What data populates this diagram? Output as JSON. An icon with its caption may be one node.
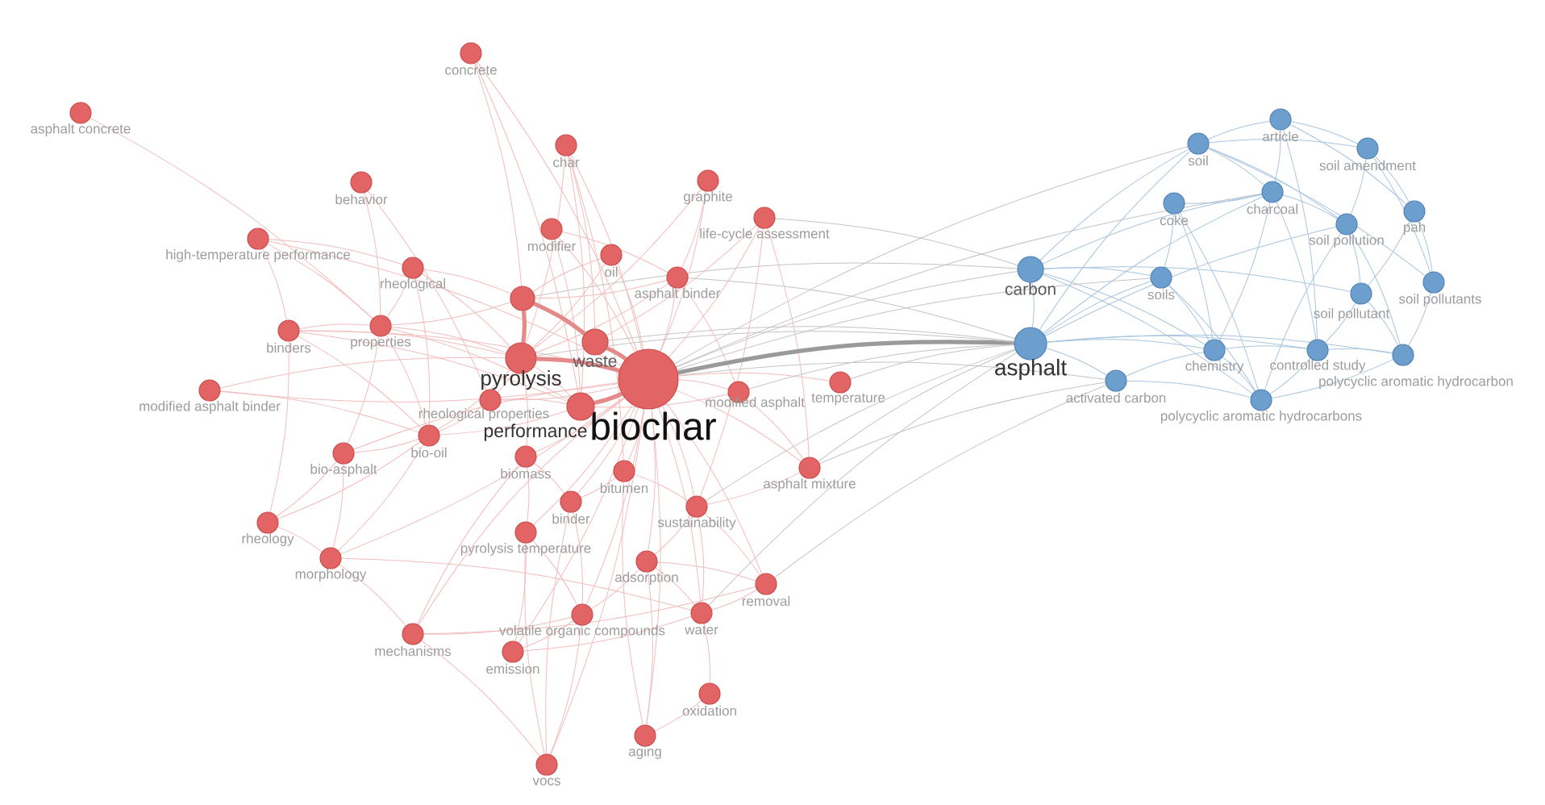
{
  "diagram": {
    "nodes": [
      {
        "text": [
          "concrete"
        ]
      },
      {
        "text": [
          "asphalt concrete"
        ]
      },
      {
        "text": [
          "char"
        ]
      },
      {
        "text": [
          "behavior"
        ]
      },
      {
        "text": [
          "graphite"
        ]
      },
      {
        "text": [
          "life-cycle assessment"
        ]
      },
      {
        "text": [
          "modifier"
        ]
      },
      {
        "text": [
          "high-temperature performance"
        ]
      },
      {
        "text": [
          "oil"
        ]
      },
      {
        "text": [
          "rheological"
        ]
      },
      {
        "text": [
          "asphalt binder"
        ]
      },
      {
        "text": [],
        "shape": "circle"
      },
      {
        "text": [
          "binders"
        ]
      },
      {
        "text": [
          "properties"
        ]
      },
      {
        "text": [
          "waste"
        ]
      },
      {
        "text": [
          "pyrolysis"
        ]
      },
      {
        "text": [
          "biochar"
        ]
      },
      {
        "text": [
          "temperature"
        ]
      },
      {
        "text": [
          "modified asphalt binder"
        ]
      },
      {
        "text": [
          "rheological properties"
        ]
      },
      {
        "text": [
          "modified asphalt"
        ]
      },
      {
        "text": [
          "performance"
        ]
      },
      {
        "text": [
          "bio-oil"
        ]
      },
      {
        "text": [
          "biomass"
        ]
      },
      {
        "text": [
          "bio-asphalt"
        ]
      },
      {
        "text": [
          "bitumen"
        ]
      },
      {
        "text": [
          "asphalt mixture"
        ]
      },
      {
        "text": [
          "binder"
        ]
      },
      {
        "text": [
          "sustainability"
        ]
      },
      {
        "text": [
          "rheology"
        ]
      },
      {
        "text": [
          "pyrolysis temperature"
        ]
      },
      {
        "text": [
          "morphology"
        ]
      },
      {
        "text": [
          "adsorption"
        ]
      },
      {
        "text": [
          "removal"
        ]
      },
      {
        "text": [
          "water"
        ]
      },
      {
        "text": [
          "volatile organic compounds"
        ]
      },
      {
        "text": [
          "mechanisms"
        ]
      },
      {
        "text": [
          "emission"
        ]
      },
      {
        "text": [
          "oxidation"
        ]
      },
      {
        "text": [
          "aging"
        ]
      },
      {
        "text": [
          "vocs"
        ]
      },
      {
        "text": [
          "article"
        ]
      },
      {
        "text": [
          "soil"
        ]
      },
      {
        "text": [
          "soil amendment"
        ]
      },
      {
        "text": [
          "charcoal"
        ]
      },
      {
        "text": [
          "coke"
        ]
      },
      {
        "text": [
          "pah"
        ]
      },
      {
        "text": [
          "soil pollution"
        ]
      },
      {
        "text": [
          "carbon"
        ]
      },
      {
        "text": [
          "soils"
        ]
      },
      {
        "text": [
          "soil pollutants"
        ]
      },
      {
        "text": [
          "soil pollutant"
        ]
      },
      {
        "text": [
          "asphalt"
        ]
      },
      {
        "text": [
          "chemistry"
        ]
      },
      {
        "text": [
          "controlled study"
        ]
      },
      {
        "text": [
          "polycyclic aromatic hydrocarbon"
        ]
      },
      {
        "text": [
          "activated carbon"
        ]
      },
      {
        "text": [
          "polycyclic aromatic hydrocarbons"
        ]
      }
    ],
    "edges": [
      {
        "from": 0,
        "to": 16,
        "arrow": "none"
      },
      {
        "from": 0,
        "to": 21,
        "arrow": "none"
      },
      {
        "from": 0,
        "to": 11,
        "arrow": "none"
      },
      {
        "from": 1,
        "to": 13,
        "arrow": "none"
      },
      {
        "from": 3,
        "to": 13,
        "arrow": "none"
      },
      {
        "from": 3,
        "to": 19,
        "arrow": "none"
      },
      {
        "from": 2,
        "to": 16,
        "arrow": "none"
      },
      {
        "from": 2,
        "to": 15,
        "arrow": "none"
      },
      {
        "from": 2,
        "to": 21,
        "arrow": "none"
      },
      {
        "from": 2,
        "to": 25,
        "arrow": "none"
      },
      {
        "from": 2,
        "to": 14,
        "arrow": "none"
      },
      {
        "from": 4,
        "to": 16,
        "arrow": "none"
      },
      {
        "from": 4,
        "to": 15,
        "arrow": "none"
      },
      {
        "from": 4,
        "to": 10,
        "arrow": "none"
      },
      {
        "from": 5,
        "to": 16,
        "arrow": "none"
      },
      {
        "from": 5,
        "to": 28,
        "arrow": "none"
      },
      {
        "from": 5,
        "to": 26,
        "arrow": "none"
      },
      {
        "from": 5,
        "to": 14,
        "arrow": "none"
      },
      {
        "from": 6,
        "to": 16,
        "arrow": "none"
      },
      {
        "from": 6,
        "to": 21,
        "arrow": "none"
      },
      {
        "from": 6,
        "to": 10,
        "arrow": "none"
      },
      {
        "from": 7,
        "to": 16,
        "arrow": "none"
      },
      {
        "from": 7,
        "to": 13,
        "arrow": "none"
      },
      {
        "from": 7,
        "to": 12,
        "arrow": "none"
      },
      {
        "from": 7,
        "to": 9,
        "arrow": "none"
      },
      {
        "from": 8,
        "to": 16,
        "arrow": "none"
      },
      {
        "from": 8,
        "to": 15,
        "arrow": "none"
      },
      {
        "from": 9,
        "to": 15,
        "arrow": "none"
      },
      {
        "from": 9,
        "to": 13,
        "arrow": "none"
      },
      {
        "from": 9,
        "to": 11,
        "arrow": "none"
      },
      {
        "from": 9,
        "to": 22,
        "arrow": "none"
      },
      {
        "from": 10,
        "to": 16,
        "arrow": "none"
      },
      {
        "from": 10,
        "to": 11,
        "arrow": "none"
      },
      {
        "from": 10,
        "to": 15,
        "arrow": "none"
      },
      {
        "from": 10,
        "to": 20,
        "arrow": "none"
      },
      {
        "from": 11,
        "to": 8,
        "arrow": "none"
      },
      {
        "from": 11,
        "to": 13,
        "arrow": "none"
      },
      {
        "from": 12,
        "to": 22,
        "arrow": "none"
      },
      {
        "from": 12,
        "to": 16,
        "arrow": "none"
      },
      {
        "from": 12,
        "to": 15,
        "arrow": "none"
      },
      {
        "from": 12,
        "to": 13,
        "arrow": "none"
      },
      {
        "from": 12,
        "to": 21,
        "arrow": "none"
      },
      {
        "from": 12,
        "to": 29,
        "arrow": "none"
      },
      {
        "from": 13,
        "to": 22,
        "arrow": "none"
      },
      {
        "from": 13,
        "to": 15,
        "arrow": "none"
      },
      {
        "from": 13,
        "to": 21,
        "arrow": "none"
      },
      {
        "from": 13,
        "to": 24,
        "arrow": "none"
      },
      {
        "from": 15,
        "to": 23,
        "arrow": "none"
      },
      {
        "from": 15,
        "to": 22,
        "arrow": "none"
      },
      {
        "from": 15,
        "to": 19,
        "arrow": "none"
      },
      {
        "from": 15,
        "to": 21,
        "arrow": "none"
      },
      {
        "from": 16,
        "to": 17,
        "arrow": "none"
      },
      {
        "from": 16,
        "to": 19,
        "arrow": "none"
      },
      {
        "from": 16,
        "to": 20,
        "arrow": "none"
      },
      {
        "from": 21,
        "to": 22,
        "arrow": "none"
      },
      {
        "from": 16,
        "to": 23,
        "arrow": "none"
      },
      {
        "from": 16,
        "to": 24,
        "arrow": "none"
      },
      {
        "from": 16,
        "to": 25,
        "arrow": "none"
      },
      {
        "from": 16,
        "to": 26,
        "arrow": "none"
      },
      {
        "from": 16,
        "to": 27,
        "arrow": "none"
      },
      {
        "from": 16,
        "to": 28,
        "arrow": "none"
      },
      {
        "from": 29,
        "to": 31,
        "arrow": "none"
      },
      {
        "from": 16,
        "to": 30,
        "arrow": "none"
      },
      {
        "from": 16,
        "to": 31,
        "arrow": "none"
      },
      {
        "from": 16,
        "to": 32,
        "arrow": "none"
      },
      {
        "from": 16,
        "to": 33,
        "arrow": "none"
      },
      {
        "from": 16,
        "to": 34,
        "arrow": "none"
      },
      {
        "from": 16,
        "to": 35,
        "arrow": "none"
      },
      {
        "from": 16,
        "to": 36,
        "arrow": "none"
      },
      {
        "from": 16,
        "to": 37,
        "arrow": "none"
      },
      {
        "from": 16,
        "to": 39,
        "arrow": "none"
      },
      {
        "from": 16,
        "to": 40,
        "arrow": "none"
      },
      {
        "from": 16,
        "to": 18,
        "arrow": "none"
      },
      {
        "from": 18,
        "to": 22,
        "arrow": "none"
      },
      {
        "from": 18,
        "to": 15,
        "arrow": "none"
      },
      {
        "from": 19,
        "to": 21,
        "arrow": "none"
      },
      {
        "from": 19,
        "to": 22,
        "arrow": "none"
      },
      {
        "from": 20,
        "to": 26,
        "arrow": "none"
      },
      {
        "from": 20,
        "to": 21,
        "arrow": "none"
      },
      {
        "from": 22,
        "to": 24,
        "arrow": "none"
      },
      {
        "from": 22,
        "to": 29,
        "arrow": "none"
      },
      {
        "from": 22,
        "to": 31,
        "arrow": "none"
      },
      {
        "from": 23,
        "to": 30,
        "arrow": "none"
      },
      {
        "from": 23,
        "to": 27,
        "arrow": "none"
      },
      {
        "from": 24,
        "to": 29,
        "arrow": "none"
      },
      {
        "from": 24,
        "to": 31,
        "arrow": "none"
      },
      {
        "from": 25,
        "to": 27,
        "arrow": "none"
      },
      {
        "from": 25,
        "to": 28,
        "arrow": "none"
      },
      {
        "from": 26,
        "to": 28,
        "arrow": "none"
      },
      {
        "from": 27,
        "to": 35,
        "arrow": "none"
      },
      {
        "from": 28,
        "to": 34,
        "arrow": "none"
      },
      {
        "from": 28,
        "to": 32,
        "arrow": "none"
      },
      {
        "from": 28,
        "to": 33,
        "arrow": "none"
      },
      {
        "from": 30,
        "to": 35,
        "arrow": "none"
      },
      {
        "from": 30,
        "to": 37,
        "arrow": "none"
      },
      {
        "from": 31,
        "to": 34,
        "arrow": "none"
      },
      {
        "from": 31,
        "to": 36,
        "arrow": "none"
      },
      {
        "from": 32,
        "to": 35,
        "arrow": "none"
      },
      {
        "from": 32,
        "to": 34,
        "arrow": "none"
      },
      {
        "from": 32,
        "to": 39,
        "arrow": "none"
      },
      {
        "from": 32,
        "to": 33,
        "arrow": "none"
      },
      {
        "from": 33,
        "to": 36,
        "arrow": "none"
      },
      {
        "from": 33,
        "to": 34,
        "arrow": "none"
      },
      {
        "from": 34,
        "to": 38,
        "arrow": "none"
      },
      {
        "from": 34,
        "to": 37,
        "arrow": "none"
      },
      {
        "from": 35,
        "to": 40,
        "arrow": "none"
      },
      {
        "from": 35,
        "to": 37,
        "arrow": "none"
      },
      {
        "from": 35,
        "to": 36,
        "arrow": "none"
      },
      {
        "from": 36,
        "to": 40,
        "arrow": "none"
      },
      {
        "from": 36,
        "to": 23,
        "arrow": "none"
      },
      {
        "from": 38,
        "to": 39,
        "arrow": "none"
      },
      {
        "from": 39,
        "to": 25,
        "arrow": "none"
      },
      {
        "from": 40,
        "to": 30,
        "arrow": "none"
      },
      {
        "from": 40,
        "to": 27,
        "arrow": "none"
      },
      {
        "from": 15,
        "to": 16,
        "arrow": "none",
        "style": "thick",
        "color": "#e58a8a"
      },
      {
        "from": 14,
        "to": 16,
        "arrow": "none",
        "style": "thick",
        "color": "#e58a8a"
      },
      {
        "from": 16,
        "to": 21,
        "arrow": "none",
        "style": "thick",
        "color": "#e58a8a"
      },
      {
        "from": 11,
        "to": 14,
        "arrow": "none",
        "style": "thick",
        "color": "#e58a8a"
      },
      {
        "from": 11,
        "to": 15,
        "arrow": "none",
        "style": "thick",
        "color": "#e58a8a"
      },
      {
        "from": 16,
        "to": 52,
        "arrow": "none",
        "style": "thick",
        "color": "#9a9a9a"
      },
      {
        "from": 16,
        "to": 48,
        "arrow": "none",
        "color": "#c4c4c4"
      },
      {
        "from": 15,
        "to": 52,
        "arrow": "none",
        "color": "#c4c4c4"
      },
      {
        "from": 14,
        "to": 52,
        "arrow": "none",
        "color": "#c4c4c4"
      },
      {
        "from": 26,
        "to": 52,
        "arrow": "none",
        "color": "#c4c4c4"
      },
      {
        "from": 16,
        "to": 56,
        "arrow": "none",
        "color": "#c4c4c4"
      },
      {
        "from": 16,
        "to": 42,
        "arrow": "none",
        "color": "#c4c4c4"
      },
      {
        "from": 16,
        "to": 49,
        "arrow": "none",
        "color": "#c4c4c4"
      },
      {
        "from": 16,
        "to": 44,
        "arrow": "none",
        "color": "#c4c4c4"
      },
      {
        "from": 11,
        "to": 48,
        "arrow": "none",
        "color": "#c4c4c4"
      },
      {
        "from": 10,
        "to": 52,
        "arrow": "none",
        "color": "#c4c4c4"
      },
      {
        "from": 5,
        "to": 48,
        "arrow": "none",
        "color": "#c4c4c4"
      },
      {
        "from": 17,
        "to": 52,
        "arrow": "none",
        "color": "#c4c4c4"
      },
      {
        "from": 20,
        "to": 52,
        "arrow": "none",
        "color": "#c4c4c4"
      },
      {
        "from": 26,
        "to": 56,
        "arrow": "none",
        "color": "#c4c4c4"
      },
      {
        "from": 33,
        "to": 56,
        "arrow": "none",
        "color": "#c4c4c4"
      },
      {
        "from": 34,
        "to": 52,
        "arrow": "none",
        "color": "#c4c4c4"
      },
      {
        "from": 28,
        "to": 52,
        "arrow": "none",
        "color": "#c4c4c4"
      },
      {
        "from": 48,
        "to": 52,
        "arrow": "none",
        "color": "#a8c5e0"
      },
      {
        "from": 48,
        "to": 42,
        "arrow": "none",
        "color": "#a8c5e0"
      },
      {
        "from": 48,
        "to": 44,
        "arrow": "none",
        "color": "#a8c5e0"
      },
      {
        "from": 48,
        "to": 49,
        "arrow": "none",
        "color": "#a8c5e0"
      },
      {
        "from": 48,
        "to": 53,
        "arrow": "none",
        "color": "#a8c5e0"
      },
      {
        "from": 48,
        "to": 57,
        "arrow": "none",
        "color": "#a8c5e0"
      },
      {
        "from": 48,
        "to": 51,
        "arrow": "none",
        "color": "#a8c5e0"
      },
      {
        "from": 52,
        "to": 53,
        "arrow": "none",
        "color": "#a8c5e0"
      },
      {
        "from": 52,
        "to": 54,
        "arrow": "none",
        "color": "#a8c5e0"
      },
      {
        "from": 52,
        "to": 55,
        "arrow": "none",
        "color": "#a8c5e0"
      },
      {
        "from": 52,
        "to": 56,
        "arrow": "none",
        "color": "#a8c5e0"
      },
      {
        "from": 52,
        "to": 44,
        "arrow": "none",
        "color": "#a8c5e0"
      },
      {
        "from": 52,
        "to": 42,
        "arrow": "none",
        "color": "#a8c5e0"
      },
      {
        "from": 52,
        "to": 47,
        "arrow": "none",
        "color": "#a8c5e0"
      },
      {
        "from": 52,
        "to": 49,
        "arrow": "none",
        "color": "#a8c5e0"
      },
      {
        "from": 56,
        "to": 53,
        "arrow": "none",
        "color": "#a8c5e0"
      },
      {
        "from": 56,
        "to": 57,
        "arrow": "none",
        "color": "#a8c5e0"
      },
      {
        "from": 42,
        "to": 41,
        "arrow": "none",
        "color": "#a8c5e0"
      },
      {
        "from": 42,
        "to": 44,
        "arrow": "none",
        "color": "#a8c5e0"
      },
      {
        "from": 42,
        "to": 43,
        "arrow": "none",
        "color": "#a8c5e0"
      },
      {
        "from": 42,
        "to": 47,
        "arrow": "none",
        "color": "#a8c5e0"
      },
      {
        "from": 42,
        "to": 50,
        "arrow": "none",
        "color": "#a8c5e0"
      },
      {
        "from": 41,
        "to": 43,
        "arrow": "none",
        "color": "#a8c5e0"
      },
      {
        "from": 41,
        "to": 44,
        "arrow": "none",
        "color": "#a8c5e0"
      },
      {
        "from": 41,
        "to": 46,
        "arrow": "none",
        "color": "#a8c5e0"
      },
      {
        "from": 43,
        "to": 46,
        "arrow": "none",
        "color": "#a8c5e0"
      },
      {
        "from": 43,
        "to": 47,
        "arrow": "none",
        "color": "#a8c5e0"
      },
      {
        "from": 43,
        "to": 50,
        "arrow": "none",
        "color": "#a8c5e0"
      },
      {
        "from": 44,
        "to": 45,
        "arrow": "none",
        "color": "#a8c5e0"
      },
      {
        "from": 44,
        "to": 47,
        "arrow": "none",
        "color": "#a8c5e0"
      },
      {
        "from": 44,
        "to": 53,
        "arrow": "none",
        "color": "#a8c5e0"
      },
      {
        "from": 44,
        "to": 54,
        "arrow": "none",
        "color": "#a8c5e0"
      },
      {
        "from": 45,
        "to": 49,
        "arrow": "none",
        "color": "#a8c5e0"
      },
      {
        "from": 45,
        "to": 53,
        "arrow": "none",
        "color": "#a8c5e0"
      },
      {
        "from": 46,
        "to": 50,
        "arrow": "none",
        "color": "#a8c5e0"
      },
      {
        "from": 46,
        "to": 51,
        "arrow": "none",
        "color": "#a8c5e0"
      },
      {
        "from": 47,
        "to": 51,
        "arrow": "none",
        "color": "#a8c5e0"
      },
      {
        "from": 47,
        "to": 55,
        "arrow": "none",
        "color": "#a8c5e0"
      },
      {
        "from": 49,
        "to": 53,
        "arrow": "none",
        "color": "#a8c5e0"
      },
      {
        "from": 49,
        "to": 57,
        "arrow": "none",
        "color": "#a8c5e0"
      },
      {
        "from": 50,
        "to": 55,
        "arrow": "none",
        "color": "#a8c5e0"
      },
      {
        "from": 51,
        "to": 54,
        "arrow": "none",
        "color": "#a8c5e0"
      },
      {
        "from": 51,
        "to": 55,
        "arrow": "none",
        "color": "#a8c5e0"
      },
      {
        "from": 53,
        "to": 54,
        "arrow": "none",
        "color": "#a8c5e0"
      },
      {
        "from": 53,
        "to": 57,
        "arrow": "none",
        "color": "#a8c5e0"
      },
      {
        "from": 54,
        "to": 55,
        "arrow": "none",
        "color": "#a8c5e0"
      },
      {
        "from": 54,
        "to": 57,
        "arrow": "none",
        "color": "#a8c5e0"
      },
      {
        "from": 55,
        "to": 57,
        "arrow": "none",
        "color": "#a8c5e0"
      },
      {
        "from": 57,
        "to": 47,
        "arrow": "none",
        "color": "#a8c5e0"
      },
      {
        "from": 41,
        "to": 54,
        "arrow": "none",
        "color": "#a8c5e0"
      },
      {
        "from": 45,
        "to": 57,
        "arrow": "none",
        "color": "#a8c5e0"
      }
    ]
  }
}
